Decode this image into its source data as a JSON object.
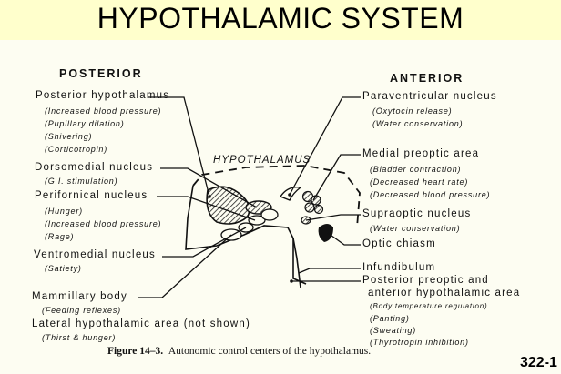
{
  "slide": {
    "title": "HYPOTHALAMIC SYSTEM",
    "slide_number": "322-1"
  },
  "figure": {
    "posterior_heading": "POSTERIOR",
    "anterior_heading": "ANTERIOR",
    "hypothalamus_label": "HYPOTHALAMUS",
    "caption_number": "Figure 14–3.",
    "caption_text": "Autonomic control centers of the hypothalamus."
  },
  "posterior": {
    "posterior_hypothalamus": {
      "name": "Posterior hypothalamus",
      "functions": [
        "(Increased blood pressure)",
        "(Pupillary dilation)",
        "(Shivering)",
        "(Corticotropin)"
      ]
    },
    "dorsomedial": {
      "name": "Dorsomedial nucleus",
      "functions": [
        "(G.I. stimulation)"
      ]
    },
    "perifornical": {
      "name": "Perifornical nucleus",
      "functions": [
        "(Hunger)",
        "(Increased blood pressure)",
        "(Rage)"
      ]
    },
    "ventromedial": {
      "name": "Ventromedial nucleus",
      "functions": [
        "(Satiety)"
      ]
    },
    "mammillary": {
      "name": "Mammillary body",
      "functions": [
        "(Feeding reflexes)"
      ]
    },
    "lateral": {
      "name": "Lateral hypothalamic area (not shown)",
      "functions": [
        "(Thirst & hunger)"
      ]
    }
  },
  "anterior": {
    "paraventricular": {
      "name": "Paraventricular nucleus",
      "functions": [
        "(Oxytocin release)",
        "(Water conservation)"
      ]
    },
    "medial_preoptic": {
      "name": "Medial preoptic area",
      "functions": [
        "(Bladder contraction)",
        "(Decreased heart rate)",
        "(Decreased blood pressure)"
      ]
    },
    "supraoptic": {
      "name": "Supraoptic nucleus",
      "functions": [
        "(Water conservation)"
      ]
    },
    "optic_chiasm": {
      "name": "Optic chiasm"
    },
    "infundibulum": {
      "name": "Infundibulum"
    },
    "posterior_preoptic": {
      "name_line1": "Posterior preoptic and",
      "name_line2": "anterior hypothalamic area",
      "functions": [
        "(Body temperature regulation)",
        "(Panting)",
        "(Sweating)",
        "(Thyrotropin inhibition)"
      ]
    }
  }
}
